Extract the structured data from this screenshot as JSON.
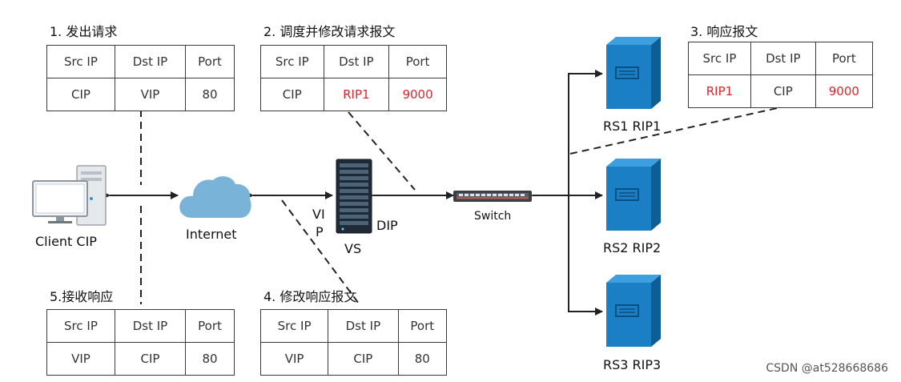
{
  "steps": [
    {
      "title": "1. 发出请求",
      "headers": [
        "Src IP",
        "Dst IP",
        "Port"
      ],
      "values": [
        "CIP",
        "VIP",
        "80"
      ],
      "highlight": [
        false,
        false,
        false
      ]
    },
    {
      "title": "2. 调度并修改请求报文",
      "headers": [
        "Src IP",
        "Dst IP",
        "Port"
      ],
      "values": [
        "CIP",
        "RIP1",
        "9000"
      ],
      "highlight": [
        false,
        true,
        true
      ]
    },
    {
      "title": "3. 响应报文",
      "headers": [
        "Src IP",
        "Dst IP",
        "Port"
      ],
      "values": [
        "RIP1",
        "CIP",
        "9000"
      ],
      "highlight": [
        true,
        false,
        true
      ]
    },
    {
      "title": "4. 修改响应报文",
      "headers": [
        "Src IP",
        "Dst IP",
        "Port"
      ],
      "values": [
        "VIP",
        "CIP",
        "80"
      ],
      "highlight": [
        false,
        false,
        false
      ]
    },
    {
      "title": "5.接收响应",
      "headers": [
        "Src IP",
        "Dst IP",
        "Port"
      ],
      "values": [
        "VIP",
        "CIP",
        "80"
      ],
      "highlight": [
        false,
        false,
        false
      ]
    }
  ],
  "nodes": {
    "client": "Client CIP",
    "internet": "Internet",
    "vip_line1": "VI",
    "vip_line2": "P",
    "dip": "DIP",
    "vs": "VS",
    "switch": "Switch",
    "rs1": "RS1 RIP1",
    "rs2": "RS2 RIP2",
    "rs3": "RS3 RIP3"
  },
  "watermark": "CSDN @at528668686",
  "colors": {
    "highlight": "#e0262b",
    "server": "#1a7fc4",
    "cloud": "#7ab3d8"
  }
}
